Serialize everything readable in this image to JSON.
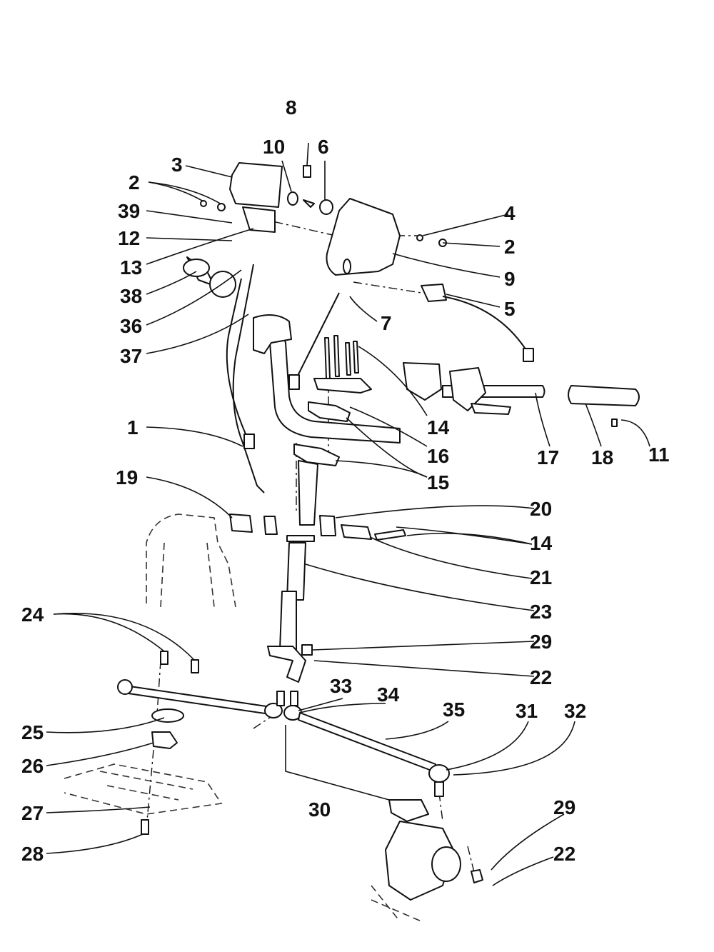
{
  "labels": [
    {
      "id": "8",
      "text": "8"
    },
    {
      "id": "10",
      "text": "10"
    },
    {
      "id": "6",
      "text": "6"
    },
    {
      "id": "3",
      "text": "3"
    },
    {
      "id": "2a",
      "text": "2"
    },
    {
      "id": "39",
      "text": "39"
    },
    {
      "id": "12",
      "text": "12"
    },
    {
      "id": "13",
      "text": "13"
    },
    {
      "id": "38",
      "text": "38"
    },
    {
      "id": "36",
      "text": "36"
    },
    {
      "id": "37",
      "text": "37"
    },
    {
      "id": "4",
      "text": "4"
    },
    {
      "id": "2b",
      "text": "2"
    },
    {
      "id": "9",
      "text": "9"
    },
    {
      "id": "5",
      "text": "5"
    },
    {
      "id": "7",
      "text": "7"
    },
    {
      "id": "14a",
      "text": "14"
    },
    {
      "id": "16",
      "text": "16"
    },
    {
      "id": "17",
      "text": "17"
    },
    {
      "id": "18",
      "text": "18"
    },
    {
      "id": "11",
      "text": "11"
    },
    {
      "id": "1",
      "text": "1"
    },
    {
      "id": "15",
      "text": "15"
    },
    {
      "id": "19",
      "text": "19"
    },
    {
      "id": "20",
      "text": "20"
    },
    {
      "id": "14b",
      "text": "14"
    },
    {
      "id": "21",
      "text": "21"
    },
    {
      "id": "23",
      "text": "23"
    },
    {
      "id": "24",
      "text": "24"
    },
    {
      "id": "29a",
      "text": "29"
    },
    {
      "id": "22a",
      "text": "22"
    },
    {
      "id": "33",
      "text": "33"
    },
    {
      "id": "34",
      "text": "34"
    },
    {
      "id": "35",
      "text": "35"
    },
    {
      "id": "31",
      "text": "31"
    },
    {
      "id": "32",
      "text": "32"
    },
    {
      "id": "25",
      "text": "25"
    },
    {
      "id": "26",
      "text": "26"
    },
    {
      "id": "27",
      "text": "27"
    },
    {
      "id": "28",
      "text": "28"
    },
    {
      "id": "30",
      "text": "30"
    },
    {
      "id": "29b",
      "text": "29"
    },
    {
      "id": "22b",
      "text": "22"
    }
  ]
}
